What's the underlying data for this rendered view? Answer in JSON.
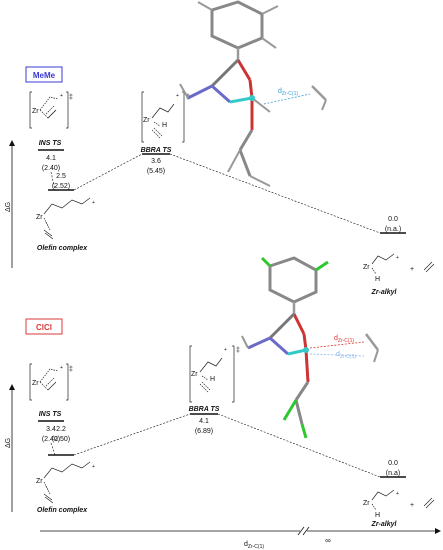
{
  "panels": [
    {
      "id": "meme",
      "badge": "MeMe",
      "badge_color": "#3a3ad0",
      "states": [
        {
          "label": "INS TS",
          "energy": "4.1",
          "paren": "(2.40)",
          "dagger": "‡"
        },
        {
          "label": "Olefin complex",
          "energy": "2.5",
          "paren": "(2.52)"
        },
        {
          "label": "BBRA TS",
          "energy": "3.6",
          "paren": "(5.45)",
          "dagger": "‡"
        },
        {
          "label": "Zr-alkyl",
          "energy": "0.0",
          "paren": "(n.a.)"
        }
      ],
      "distance_label": "dZr-C(1)",
      "distance_color": "#3aa0d8"
    },
    {
      "id": "clcl",
      "badge": "ClCl",
      "badge_color": "#d83a3a",
      "states": [
        {
          "label": "INS TS",
          "energy": "3.4",
          "paren": "(2.40)",
          "dagger": "‡"
        },
        {
          "label": "Olefin complex",
          "energy": "2.2",
          "paren": "(2.50)"
        },
        {
          "label": "BBRA TS",
          "energy": "4.1",
          "paren": "(6.89)",
          "dagger": "‡"
        },
        {
          "label": "Zr-alkyl",
          "energy": "0.0",
          "paren": "(n.a)"
        }
      ],
      "distance_labels": [
        {
          "text": "dZr-C(1)",
          "color": "#e03030"
        },
        {
          "text": "dZr-C(1)",
          "color": "#8ab8e8"
        }
      ]
    }
  ],
  "axes": {
    "y_label": "ΔG",
    "x_label": "dZr-C(1)",
    "x_end": "∞"
  },
  "structure_text": {
    "zr": "Zr",
    "h": "H",
    "plus": "+",
    "dagger": "‡"
  }
}
